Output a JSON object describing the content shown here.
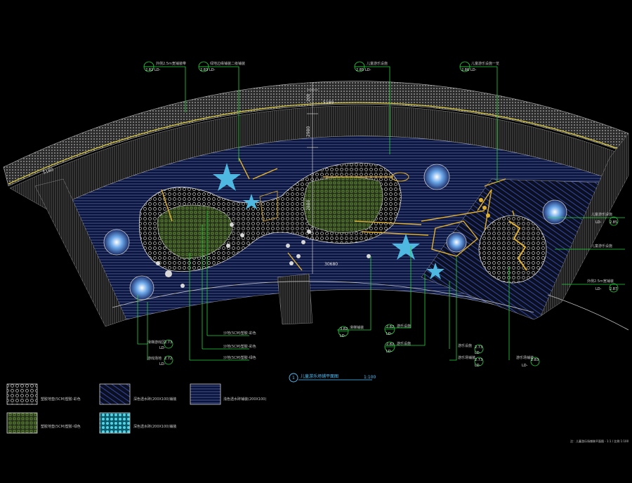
{
  "colors": {
    "background": "#000000",
    "leader": "#23d33a",
    "paving": "#3a4fa8",
    "border_band": "#8a8a8a",
    "play_surface_dark": "#1a1a1a",
    "lawn": "#2d7a2d",
    "equipment": "#e0b030",
    "star": "#4fb8e0",
    "title": "#4fc3ff"
  },
  "drawing": {
    "title_number": "1",
    "title": "儿童游乐场铺平面图",
    "scale": "1:100",
    "corner_note": "注：儿童游乐场铺装平面图 - 1:1 / 比例 1:100",
    "dimensions": {
      "d1": "5180",
      "d2": "2980",
      "d3": "200",
      "d4": "30680",
      "d5": "2880"
    }
  },
  "callouts_top": [
    {
      "text": "外侧2.5m宽铺装带",
      "ref": "2.82",
      "sheet": "LD-"
    },
    {
      "text": "绿地边缘铺装二级铺装",
      "ref": "2.83",
      "sheet": "LD-"
    },
    {
      "text": "儿童游乐设施",
      "ref": "2.85",
      "sheet": "LD-"
    },
    {
      "text": "儿童游乐设施一览",
      "ref": "2.86",
      "sheet": "LD-"
    }
  ],
  "callouts_right": [
    {
      "text": "儿童游乐设施",
      "ref": "2.85",
      "sheet": "LD-"
    },
    {
      "text": "儿童游乐设施"
    },
    {
      "text": "外侧2.5m宽铺装",
      "ref": "2.87",
      "sheet": "LD-"
    }
  ],
  "callouts_bottom": [
    {
      "text": "滑梯游戏区",
      "ref": "2.73",
      "sheet": "LD-"
    },
    {
      "text": "游戏场地",
      "ref": "2.72",
      "sheet": "LD-"
    },
    {
      "text": "沙地(5CM)塑胶-彩色"
    },
    {
      "text": "沙地(5CM)塑胶-彩色"
    },
    {
      "text": "沙地(5CM)塑胶-绿色"
    },
    {
      "text": "滑梯铺装",
      "ref": "3.82",
      "sheet": "LD-"
    },
    {
      "text": "游乐设施",
      "ref": "2.82",
      "sheet": "LD-"
    },
    {
      "text": "游乐设施",
      "ref": "2.82",
      "sheet": "LD-"
    },
    {
      "text": "游乐设施",
      "ref": "2.73",
      "sheet": "LD-"
    },
    {
      "text": "游乐场铺装",
      "ref": "2.73",
      "sheet": "LD-"
    },
    {
      "text": "游乐场铺装",
      "ref": "2.83",
      "sheet": "LD-"
    }
  ],
  "legend": [
    {
      "label": "塑胶地垫(5CM)塑胶-彩色"
    },
    {
      "label": "塑胶地垫(5CM)塑胶-绿色"
    },
    {
      "label": "深色透水砖(200X100)铺装"
    },
    {
      "label": "深色透水砖(200X100)铺装"
    },
    {
      "label": "浅色透水砖铺装(200X100)"
    }
  ]
}
